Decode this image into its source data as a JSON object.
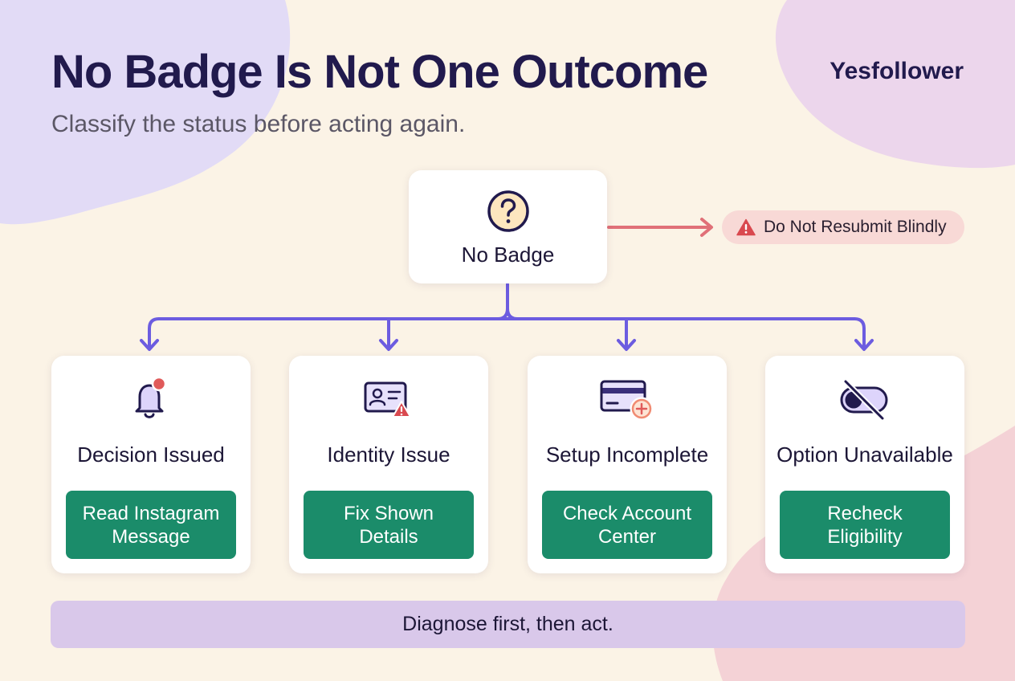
{
  "header": {
    "title": "No Badge Is Not One Outcome",
    "subtitle": "Classify the status before acting again.",
    "brand": "Yesfollower"
  },
  "root": {
    "label": "No Badge",
    "icon": "question-circle-icon"
  },
  "warning": {
    "label": "Do Not Resubmit Blindly",
    "icon": "warning-triangle-icon"
  },
  "outcomes": [
    {
      "title": "Decision Issued",
      "action": "Read Instagram Message",
      "icon": "bell-notification-icon"
    },
    {
      "title": "Identity Issue",
      "action": "Fix Shown Details",
      "icon": "id-card-warning-icon"
    },
    {
      "title": "Setup Incomplete",
      "action": "Check Account Center",
      "icon": "credit-card-add-icon"
    },
    {
      "title": "Option Unavailable",
      "action": "Recheck Eligibility",
      "icon": "toggle-off-icon"
    }
  ],
  "footer": {
    "label": "Diagnose first, then act."
  },
  "colors": {
    "background": "#fbf3e6",
    "connector": "#6c5ce0",
    "warning_arrow": "#e07078",
    "action_button": "#1b8c6a",
    "warning_pill": "#f8d9d6",
    "footer_bar": "#d9c8ea",
    "notification_dot": "#e05a5a"
  }
}
